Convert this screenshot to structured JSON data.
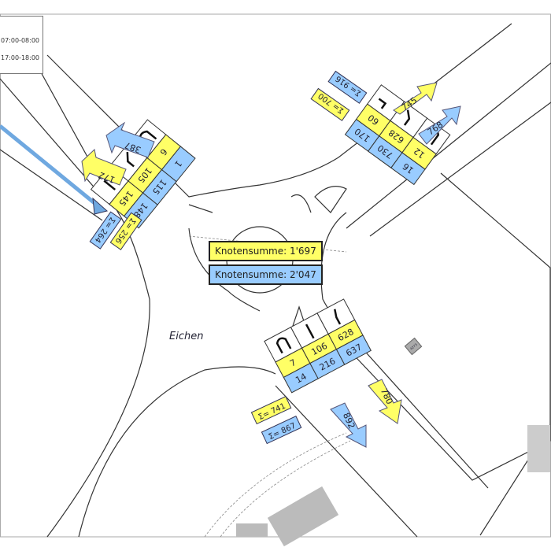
{
  "legend": {
    "row1": "07:00-08:00",
    "row2": "17:00-18:00"
  },
  "colors": {
    "yellow": "#ffff66",
    "blue": "#99ccff",
    "dark_blue": "#6fa8e0"
  },
  "place_label": "Eichen",
  "building_label": "4273",
  "knotensumme": {
    "yellow": "Knotensumme: 1'697",
    "blue": "Knotensumme: 2'047"
  },
  "arms": {
    "nw": {
      "blue": [
        "1",
        "115",
        "148"
      ],
      "yellow": [
        "6",
        "105",
        "145"
      ],
      "out_blue": "387",
      "out_yellow": "172",
      "sum_blue": "Σ= 264",
      "sum_yellow": "Σ= 256",
      "icons": [
        "u-turn-icon",
        "right-turn-icon",
        "left-turn-icon"
      ]
    },
    "ne": {
      "blue": [
        "170",
        "730",
        "16"
      ],
      "yellow": [
        "60",
        "628",
        "12"
      ],
      "out_blue": "768",
      "out_yellow": "745",
      "sum_blue": "Σ= 916",
      "sum_yellow": "Σ= 700",
      "icons": [
        "left-turn-icon",
        "bear-left-icon",
        "u-turn-icon"
      ]
    },
    "s": {
      "yellow": [
        "7",
        "106",
        "628"
      ],
      "blue": [
        "14",
        "216",
        "637"
      ],
      "out_blue": "892",
      "out_yellow": "780",
      "sum_blue": "Σ= 867",
      "sum_yellow": "Σ= 741",
      "icons": [
        "u-turn-icon",
        "straight-icon",
        "bear-right-icon"
      ]
    }
  }
}
